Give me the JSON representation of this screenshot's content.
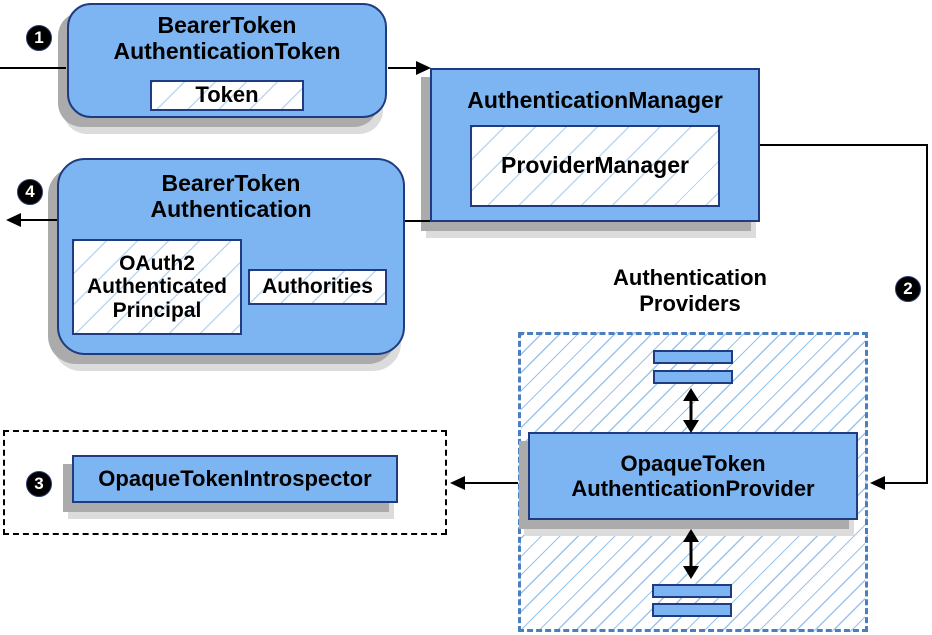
{
  "diagram": {
    "title_hint": "Spring Security opaque token authentication flow",
    "colors": {
      "box_fill": "#7cb5f2",
      "box_border": "#203c80",
      "hatch_line_dense": "#9cc3ea",
      "hatch_line_light": "#bdd7f1",
      "dashed_blue_border": "#4a7ebf",
      "black_dashed_border": "#000000",
      "shadow": "#ababab",
      "shadow_light": "#dcdcdc",
      "connector": "#000000",
      "badge_bg": "#000000",
      "badge_fg": "#ffffff",
      "background": "#ffffff"
    },
    "badges": [
      {
        "label": "1"
      },
      {
        "label": "2"
      },
      {
        "label": "3"
      },
      {
        "label": "4"
      }
    ],
    "nodes": {
      "bearer_token_authentication_token": {
        "title": "BearerToken\nAuthenticationToken",
        "child": "Token"
      },
      "authentication_manager": {
        "title": "AuthenticationManager",
        "child": "ProviderManager"
      },
      "bearer_token_authentication": {
        "title": "BearerToken\nAuthentication",
        "children": [
          "OAuth2\nAuthenticated\nPrincipal",
          "Authorities"
        ]
      },
      "authentication_providers": {
        "label": "Authentication\nProviders"
      },
      "opaque_token_authentication_provider": {
        "title": "OpaqueToken\nAuthenticationProvider"
      },
      "opaque_token_introspector": {
        "title": "OpaqueTokenIntrospector"
      }
    }
  }
}
